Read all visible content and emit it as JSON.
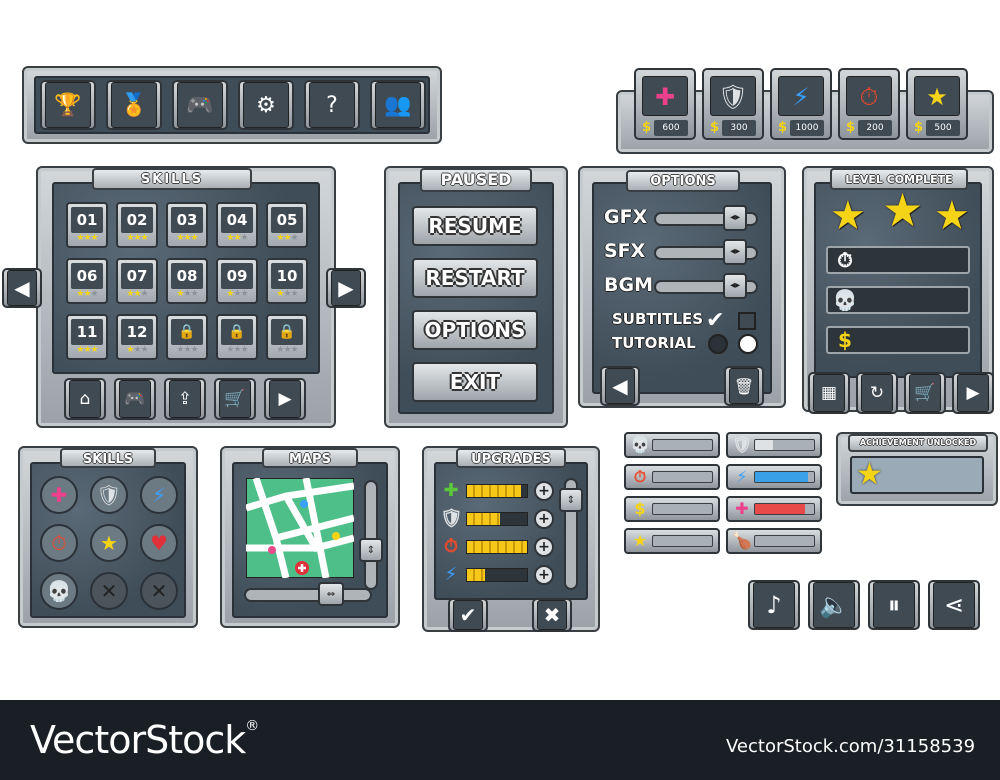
{
  "top_toolbar": {
    "icons": [
      "trophy-icon",
      "award-icon",
      "gamepad-icon",
      "gear-icon",
      "question-icon",
      "users-icon"
    ],
    "glyphs": [
      "🏆",
      "🏅",
      "🎮",
      "⚙",
      "?",
      "👥"
    ]
  },
  "shop": {
    "items": [
      {
        "icon": "health-plus-icon",
        "glyph": "✚",
        "color": "#ec3f8c",
        "price": "600"
      },
      {
        "icon": "shield-icon",
        "glyph": "🛡",
        "color": "#dfe2e4",
        "price": "300"
      },
      {
        "icon": "lightning-icon",
        "glyph": "⚡",
        "color": "#3aa0ff",
        "price": "1000"
      },
      {
        "icon": "stopwatch-icon",
        "glyph": "⏱",
        "color": "#e84a2d",
        "price": "200"
      },
      {
        "icon": "star-icon",
        "glyph": "★",
        "color": "#f5d418",
        "price": "500"
      }
    ],
    "currency": "$"
  },
  "skills_levels": {
    "title": "SKILLS",
    "levels": [
      {
        "n": "01",
        "stars": 3
      },
      {
        "n": "02",
        "stars": 3
      },
      {
        "n": "03",
        "stars": 3
      },
      {
        "n": "04",
        "stars": 2
      },
      {
        "n": "05",
        "stars": 2
      },
      {
        "n": "06",
        "stars": 2
      },
      {
        "n": "07",
        "stars": 2
      },
      {
        "n": "08",
        "stars": 1
      },
      {
        "n": "09",
        "stars": 1
      },
      {
        "n": "10",
        "stars": 1
      },
      {
        "n": "11",
        "stars": 3
      },
      {
        "n": "12",
        "stars": 1
      },
      {
        "n": "",
        "stars": 0,
        "locked": true
      },
      {
        "n": "",
        "stars": 0,
        "locked": true
      },
      {
        "n": "",
        "stars": 0,
        "locked": true
      }
    ],
    "footer_icons": [
      "home-icon",
      "gamepad-icon",
      "upload-icon",
      "cart-icon",
      "play-icon"
    ],
    "footer_glyphs": [
      "⌂",
      "🎮",
      "⇪",
      "🛒",
      "▶"
    ],
    "arrow_left": "◀",
    "arrow_right": "▶"
  },
  "paused": {
    "title": "PAUSED",
    "buttons": [
      "RESUME",
      "RESTART",
      "OPTIONS",
      "EXIT"
    ]
  },
  "options": {
    "title": "OPTIONS",
    "sliders": [
      {
        "label": "GFX",
        "value": 0.78
      },
      {
        "label": "SFX",
        "value": 0.78
      },
      {
        "label": "BGM",
        "value": 0.78
      }
    ],
    "toggles": [
      "SUBTITLES",
      "TUTORIAL"
    ],
    "back": "◀",
    "trash": "🗑"
  },
  "level_complete": {
    "title": "LEVEL COMPLETE",
    "stars": 3,
    "rows": [
      {
        "icon": "stopwatch-icon",
        "glyph": "⏱"
      },
      {
        "icon": "skull-icon",
        "glyph": "💀"
      },
      {
        "icon": "dollar-icon",
        "glyph": "$"
      }
    ],
    "footer_glyphs": [
      "▦",
      "↻",
      "🛒",
      "▶"
    ],
    "footer_icons": [
      "grid-icon",
      "restart-icon",
      "cart-icon",
      "play-icon"
    ]
  },
  "skills_circles": {
    "title": "SKILLS",
    "items": [
      {
        "icon": "health-plus-icon",
        "glyph": "✚",
        "color": "#ec3f8c",
        "bg": "#6c7a84"
      },
      {
        "icon": "shield-icon",
        "glyph": "🛡",
        "color": "#dfe2e4",
        "bg": "#6c7a84"
      },
      {
        "icon": "lightning-icon",
        "glyph": "⚡",
        "color": "#3aa0ff",
        "bg": "#6c7a84"
      },
      {
        "icon": "stopwatch-icon",
        "glyph": "⏱",
        "color": "#e84a2d",
        "bg": "#6c7a84"
      },
      {
        "icon": "star-icon",
        "glyph": "★",
        "color": "#f5d418",
        "bg": "#6c7a84"
      },
      {
        "icon": "heart-icon",
        "glyph": "♥",
        "color": "#e0313b",
        "bg": "#6c7a84"
      },
      {
        "icon": "skull-icon",
        "glyph": "💀",
        "color": "#fff",
        "bg": "#6c7a84"
      },
      {
        "icon": "close-icon",
        "glyph": "✕",
        "color": "#222",
        "bg": "#4b545b"
      },
      {
        "icon": "close-icon",
        "glyph": "✕",
        "color": "#222",
        "bg": "#4b545b"
      }
    ]
  },
  "maps": {
    "title": "MAPS"
  },
  "upgrades": {
    "title": "UPGRADES",
    "rows": [
      {
        "icon": "health-plus-icon",
        "glyph": "✚",
        "color": "#5ac83a",
        "fill": 0.9
      },
      {
        "icon": "shield-icon",
        "glyph": "🛡",
        "color": "#dfe2e4",
        "fill": 0.55
      },
      {
        "icon": "stopwatch-icon",
        "glyph": "⏱",
        "color": "#e84a2d",
        "fill": 1.0
      },
      {
        "icon": "lightning-icon",
        "glyph": "⚡",
        "color": "#3aa0ff",
        "fill": 0.3
      }
    ],
    "ok": "✔",
    "cancel": "✖"
  },
  "status_bars": [
    {
      "icon": "skull-icon",
      "glyph": "💀",
      "color": "#fff",
      "fill": 0,
      "fillcolor": "#aab1b6"
    },
    {
      "icon": "shield-icon",
      "glyph": "🛡",
      "color": "#dfe2e4",
      "fill": 0.3,
      "fillcolor": "#dfe2e4"
    },
    {
      "icon": "stopwatch-icon",
      "glyph": "⏱",
      "color": "#e84a2d",
      "fill": 0,
      "fillcolor": "#aab1b6"
    },
    {
      "icon": "lightning-icon",
      "glyph": "⚡",
      "color": "#3aa0ff",
      "fill": 0.9,
      "fillcolor": "#3aa0e8"
    },
    {
      "icon": "dollar-icon",
      "glyph": "$",
      "color": "#f5d418",
      "fill": 0,
      "fillcolor": "#aab1b6"
    },
    {
      "icon": "health-plus-icon",
      "glyph": "✚",
      "color": "#ec3f8c",
      "fill": 0.85,
      "fillcolor": "#e84a4a"
    },
    {
      "icon": "star-icon",
      "glyph": "★",
      "color": "#f5d418",
      "fill": 0,
      "fillcolor": "#aab1b6"
    },
    {
      "icon": "drumstick-icon",
      "glyph": "🍗",
      "color": "#c0392b",
      "fill": 0,
      "fillcolor": "#aab1b6"
    }
  ],
  "achievement": {
    "title": "ACHIEVEMENT UNLOCKED",
    "glyph": "★"
  },
  "controls": {
    "icons": [
      "music-icon",
      "sound-icon",
      "pause-icon",
      "share-icon"
    ],
    "glyphs": [
      "♪",
      "🔈",
      "⏸",
      "⋖"
    ]
  },
  "watermark": {
    "brand": "VectorStock",
    "reg": "®",
    "url": "VectorStock.com/31158539"
  }
}
